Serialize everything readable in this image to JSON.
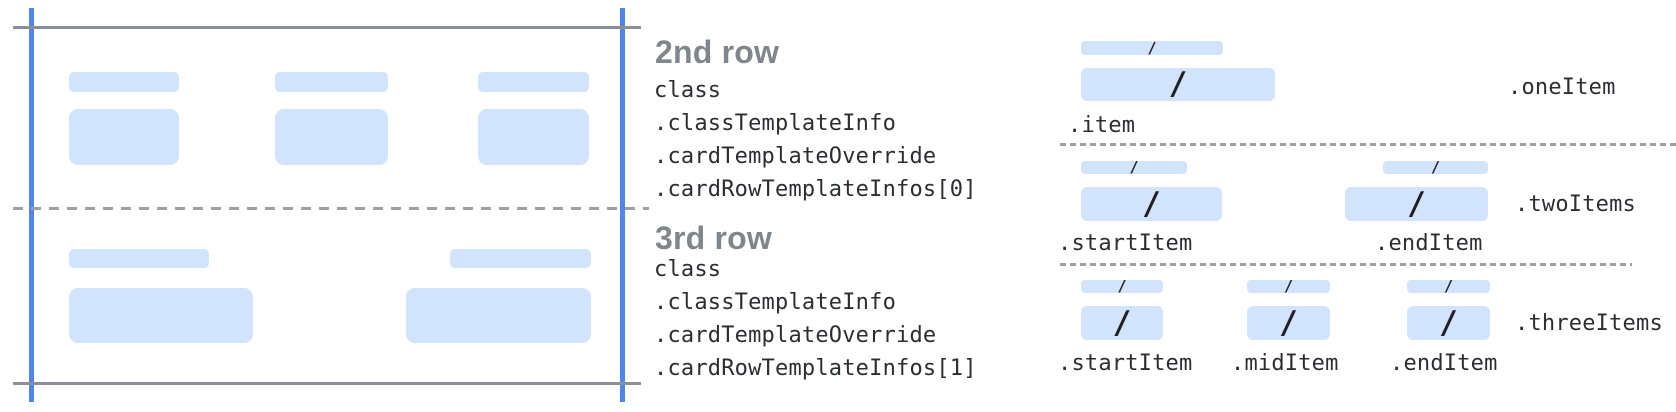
{
  "colors": {
    "placeholder_blue": "#d2e3fc",
    "edge_guide_blue": "#4e86ec",
    "card_boundary_gray": "#8a9095",
    "divider_gray": "#9aa0a6",
    "heading_gray": "#80868b",
    "code_text": "#2b2e33",
    "slash_glyph": "#202124"
  },
  "glyphs": {
    "slash": "/"
  },
  "card_legend": {
    "second_row": {
      "title": "2nd row",
      "code_lines": [
        "class",
        ".classTemplateInfo",
        ".cardTemplateOverride",
        ".cardRowTemplateInfos[0]"
      ]
    },
    "third_row": {
      "title": "3rd row",
      "code_lines": [
        "class",
        ".classTemplateInfo",
        ".cardTemplateOverride",
        ".cardRowTemplateInfos[1]"
      ]
    }
  },
  "row_templates": {
    "one_item": {
      "label": ".oneItem",
      "slots": [
        ".item"
      ]
    },
    "two_items": {
      "label": ".twoItems",
      "slots": [
        ".startItem",
        ".endItem"
      ]
    },
    "three_items": {
      "label": ".threeItems",
      "slots": [
        ".startItem",
        ".midItem",
        ".endItem"
      ]
    }
  }
}
